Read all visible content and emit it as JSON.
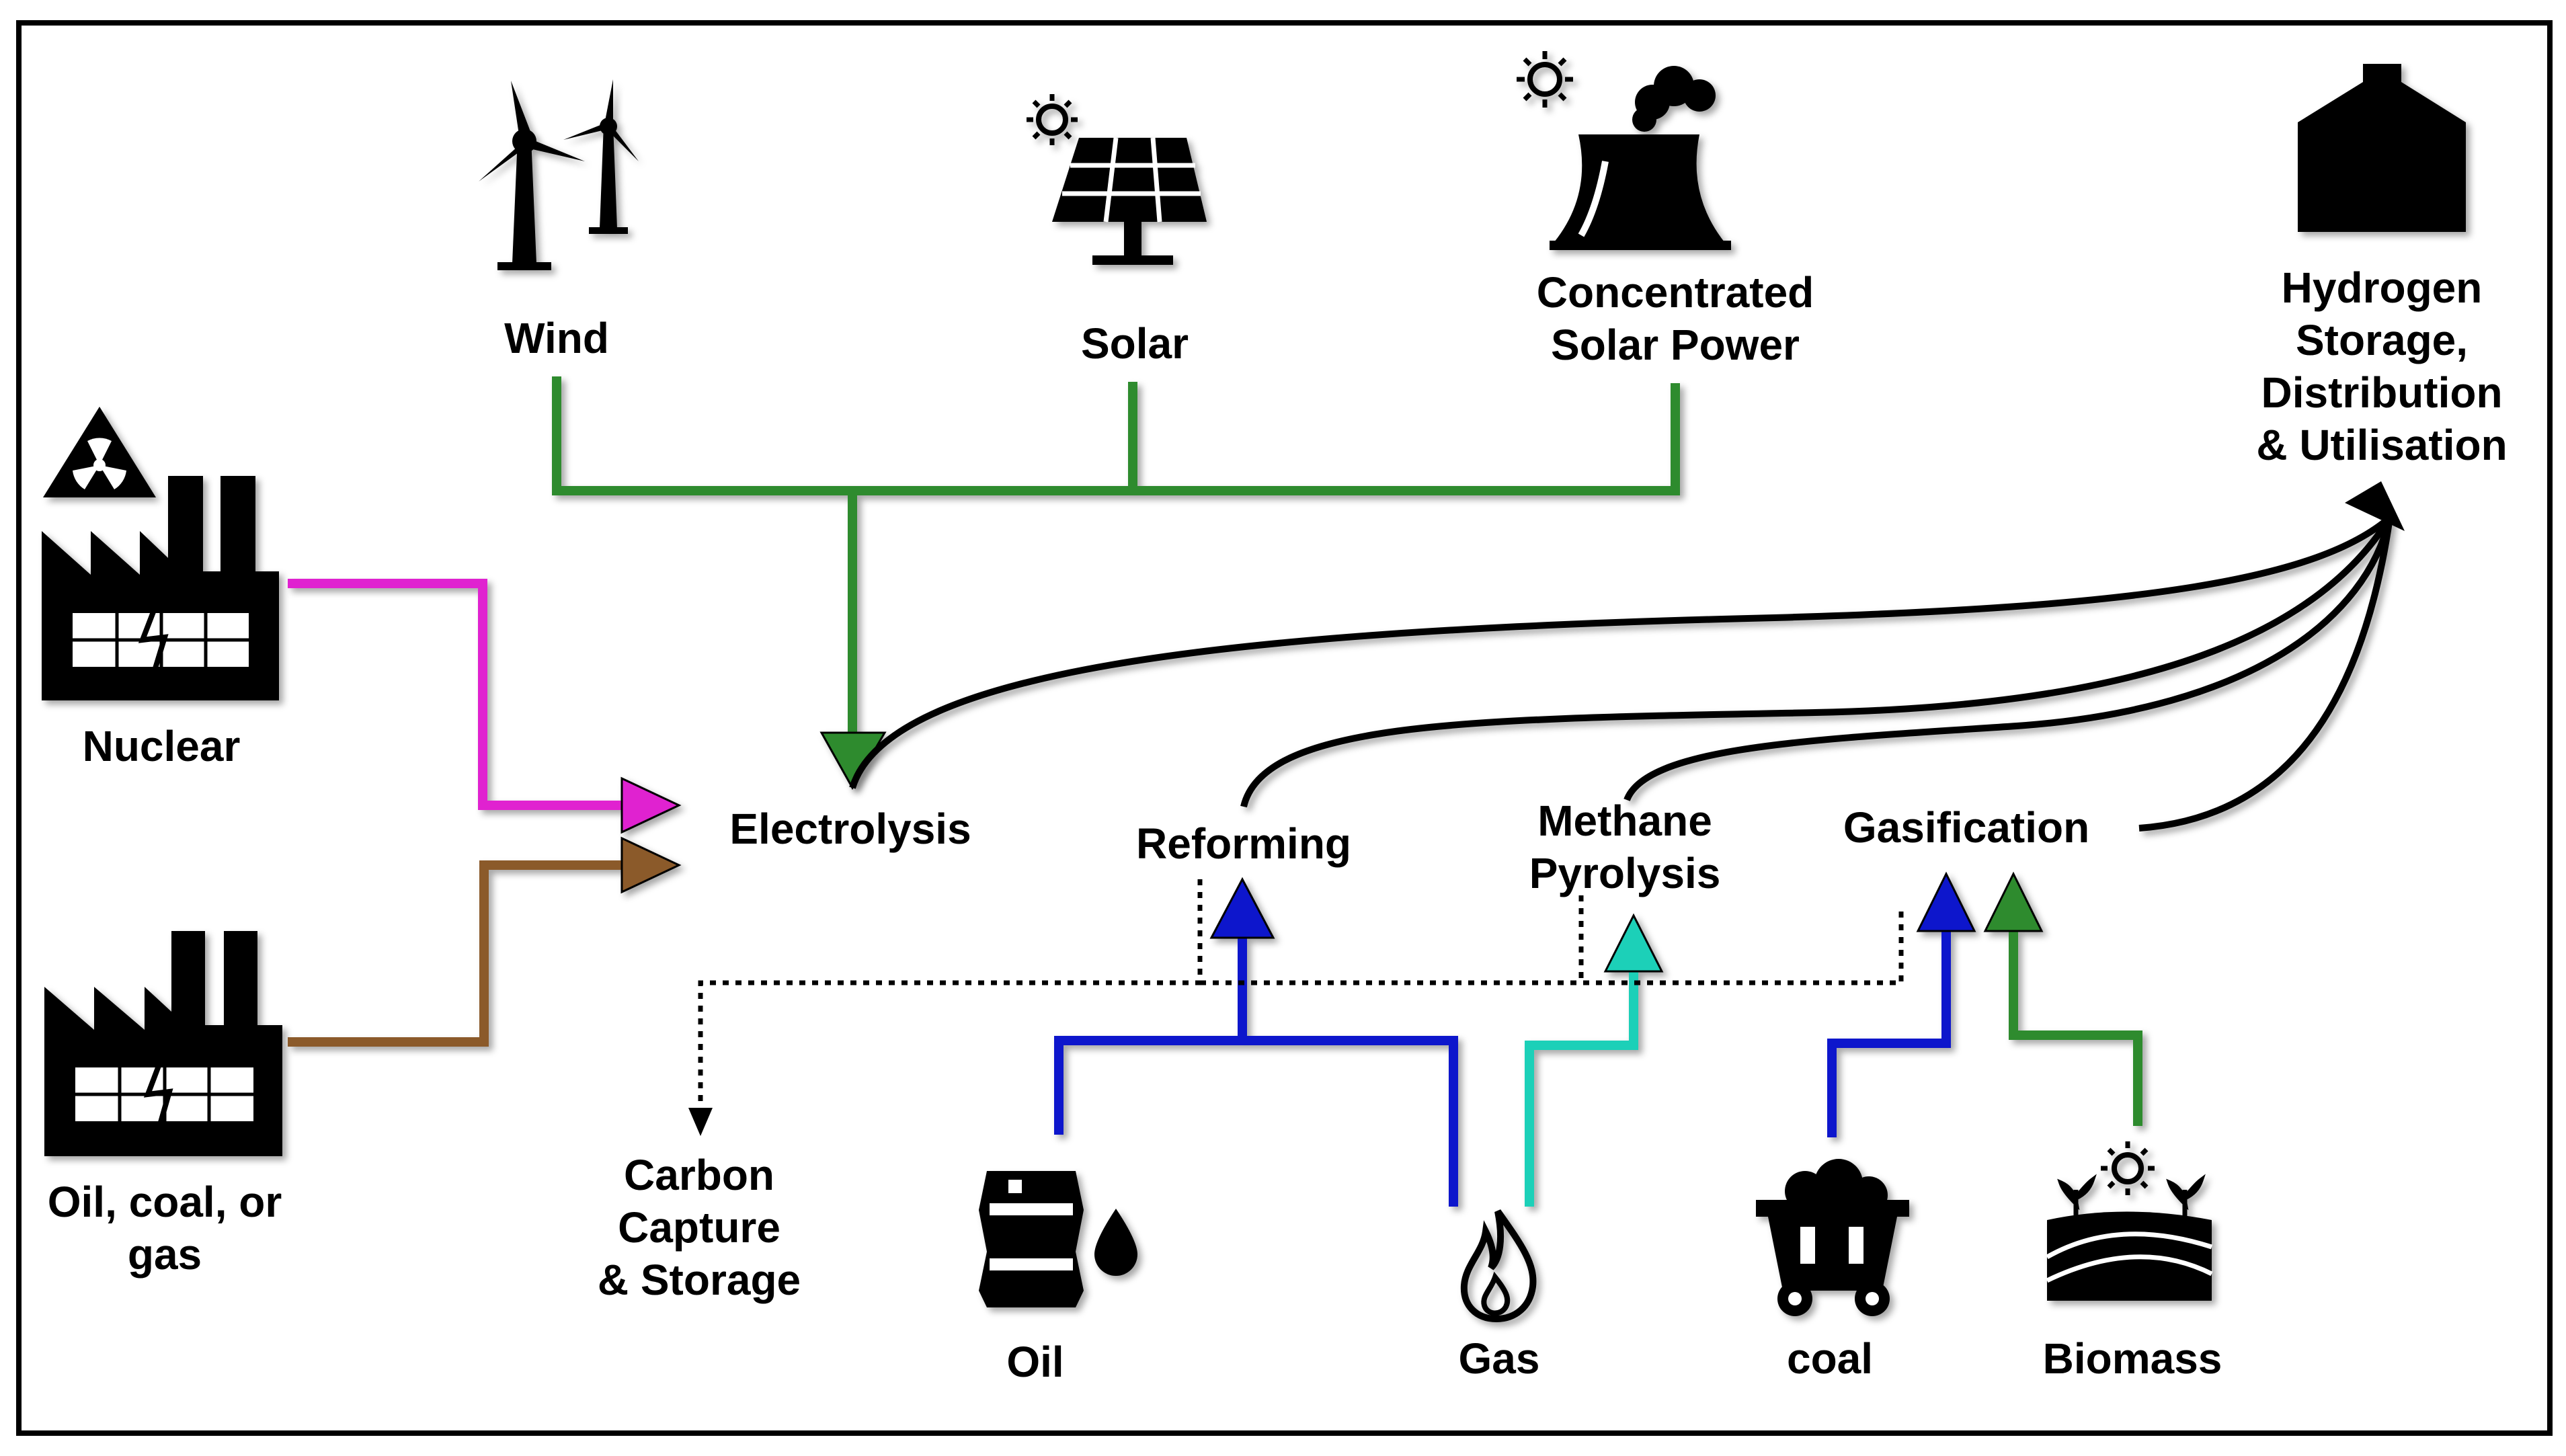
{
  "sources": {
    "wind": "Wind",
    "solar": "Solar",
    "csp_line1": "Concentrated",
    "csp_line2": "Solar Power",
    "nuclear": "Nuclear",
    "fossil_line1": "Oil, coal, or",
    "fossil_line2": "gas",
    "oil": "Oil",
    "gas": "Gas",
    "coal": "coal",
    "biomass": "Biomass"
  },
  "processes": {
    "electrolysis": "Electrolysis",
    "reforming": "Reforming",
    "methane_line1": "Methane",
    "methane_line2": "Pyrolysis",
    "gasification": "Gasification"
  },
  "outputs": {
    "ccs_line1": "Carbon",
    "ccs_line2": "Capture",
    "ccs_line3": "& Storage",
    "h2_line1": "Hydrogen",
    "h2_line2": "Storage,",
    "h2_line3": "Distribution",
    "h2_line4": "& Utilisation"
  },
  "colors": {
    "renewable": "#2e8b2e",
    "nuclear": "#e020d0",
    "fossil_electric": "#8b5a2b",
    "oil_coal": "#0a14cc",
    "gas": "#1fd0b8",
    "biomass": "#2e8b2e",
    "hydrogen": "#000000"
  }
}
